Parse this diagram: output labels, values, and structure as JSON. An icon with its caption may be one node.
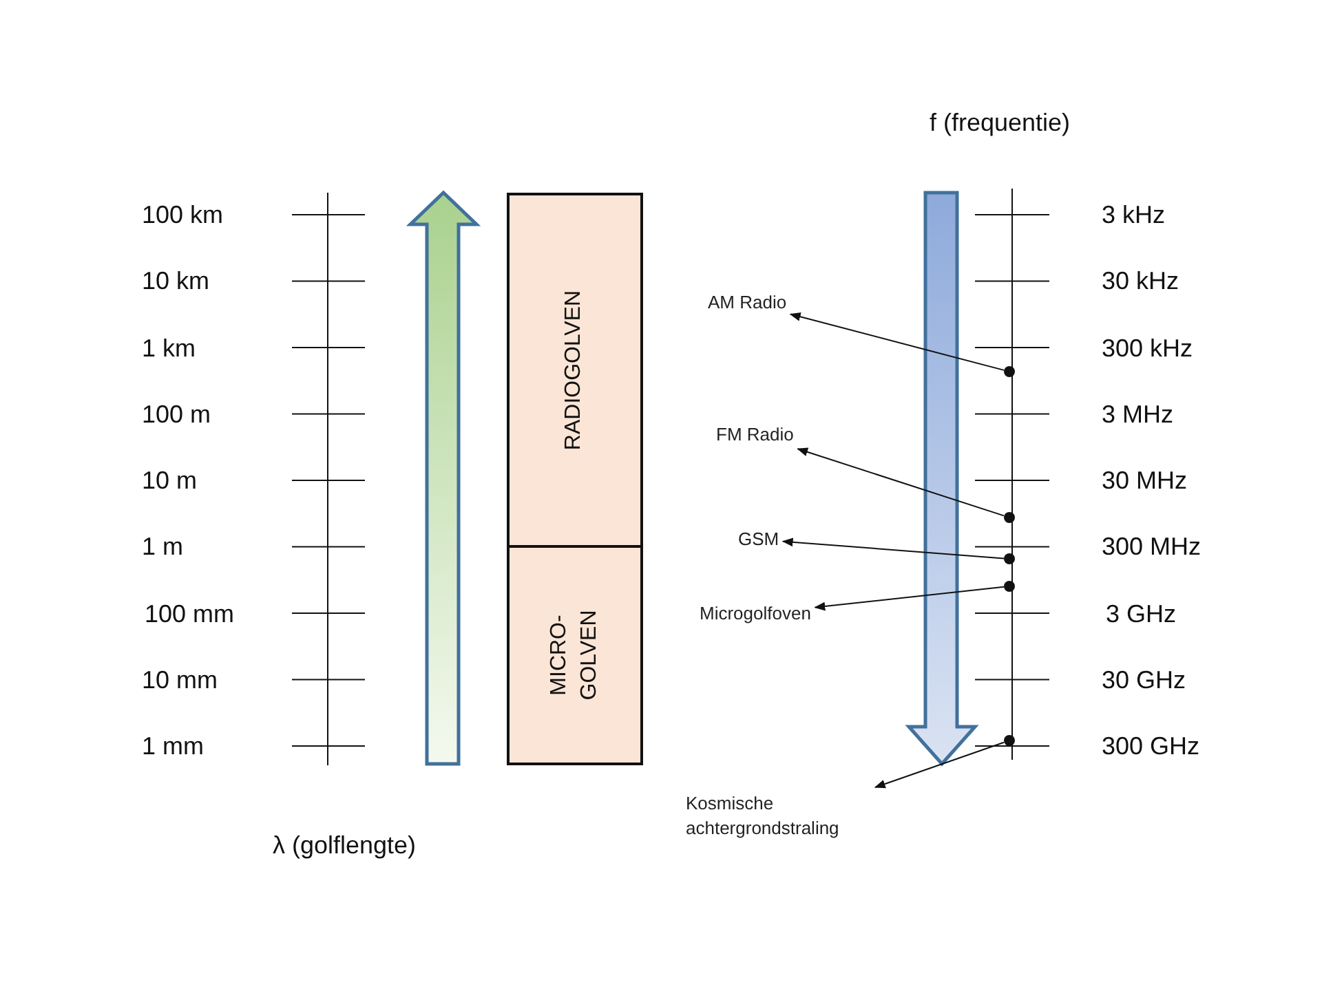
{
  "diagram": {
    "nodes": [
      {
        "text": [
          "RADIOGOLVEN"
        ]
      },
      {
        "text": [
          "MICRO- GOLVEN"
        ]
      },
      {
        "text": [
          "AM Radio"
        ]
      },
      {
        "text": [
          "FM Radio"
        ]
      },
      {
        "text": [
          "GSM"
        ]
      },
      {
        "text": [
          "Microgolfoven"
        ]
      },
      {
        "text": [
          "Kosmische achtergrondstraling"
        ]
      },
      {
        "text": [],
        "shape": "circle"
      },
      {
        "text": [],
        "shape": "circle"
      },
      {
        "text": [],
        "shape": "circle"
      },
      {
        "text": [],
        "shape": "circle"
      },
      {
        "text": [],
        "shape": "circle"
      }
    ],
    "edges": [
      {
        "from": 7,
        "to": 2,
        "arrow": "to"
      },
      {
        "from": 8,
        "to": 3,
        "arrow": "to"
      },
      {
        "from": 9,
        "to": 4,
        "arrow": "to"
      },
      {
        "from": 10,
        "to": 5,
        "arrow": "to"
      },
      {
        "from": 11,
        "to": 6,
        "arrow": "to"
      }
    ],
    "labels": [
      "f (frequentie)",
      "100 km",
      "3 kHz",
      "10 km",
      "30 kHz",
      "1 km",
      "300 kHz",
      "100 m",
      "3 MHz",
      "10 m",
      "30 MHz",
      "1 m",
      "300 MHz",
      "100 mm",
      "3 GHz",
      "10 mm",
      "30 GHz",
      "1 mm",
      "300 GHz",
      "λ (golflengte)"
    ]
  }
}
